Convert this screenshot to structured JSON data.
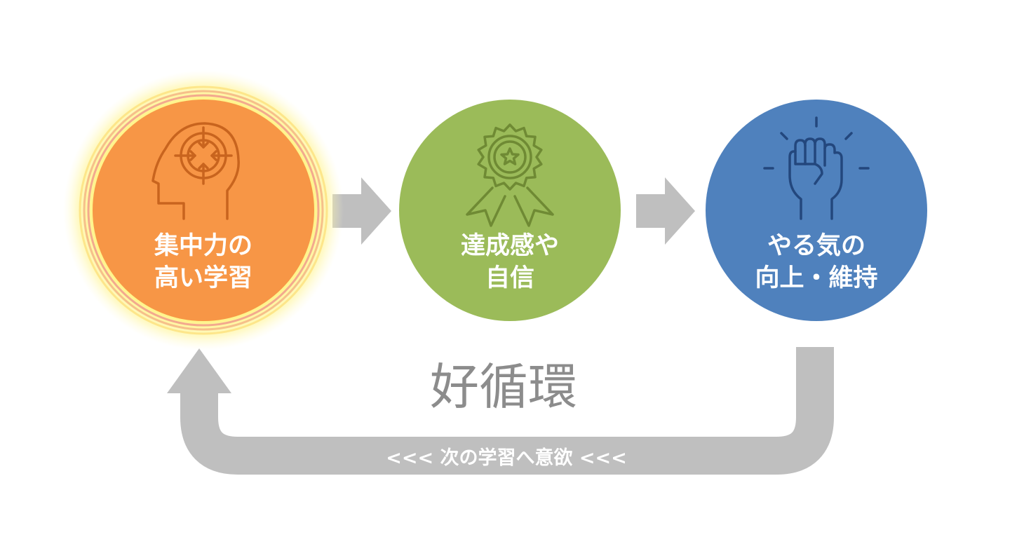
{
  "steps": [
    {
      "id": "focus",
      "icon": "head-target-icon",
      "color": "#f79646",
      "lines": [
        "集中力の",
        "高い学習"
      ]
    },
    {
      "id": "achievement",
      "icon": "award-ribbon-icon",
      "color": "#9bbb59",
      "lines": [
        "達成感や",
        "自信"
      ]
    },
    {
      "id": "motivation",
      "icon": "raised-fist-icon",
      "color": "#4f81bd",
      "lines": [
        "やる気の",
        "向上・維持"
      ]
    }
  ],
  "cycle_title": "好循環",
  "loop_label": "<<<  次の学習へ意欲  <<<",
  "colors": {
    "arrow": "#bfbfbf",
    "glow": "#fff27a",
    "title": "#8c8c8c"
  }
}
